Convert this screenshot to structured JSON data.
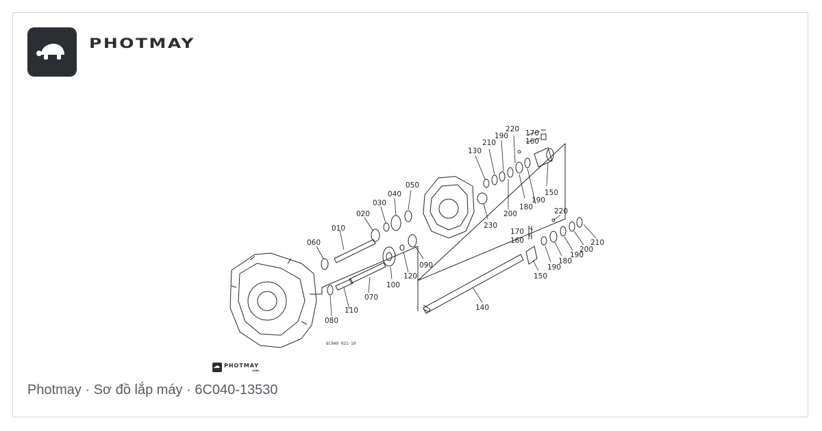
{
  "header": {
    "logo_icon": "turtle-icon",
    "brand": "PHOTMAY"
  },
  "diagram": {
    "parts": [
      "010",
      "020",
      "030",
      "040",
      "050",
      "060",
      "070",
      "080",
      "090",
      "100",
      "110",
      "120",
      "130",
      "140",
      "150",
      "160",
      "170",
      "180",
      "190",
      "200",
      "210",
      "220",
      "230"
    ],
    "drawing_code": "6C040  021-10",
    "watermark": "PHOTMAY",
    "watermark_sub": ".com"
  },
  "caption": "Photmay · Sơ đồ lắp máy · 6C040-13530",
  "colors": {
    "brand_dark": "#2b2f33",
    "caption": "#555b61",
    "line": "#222222"
  }
}
